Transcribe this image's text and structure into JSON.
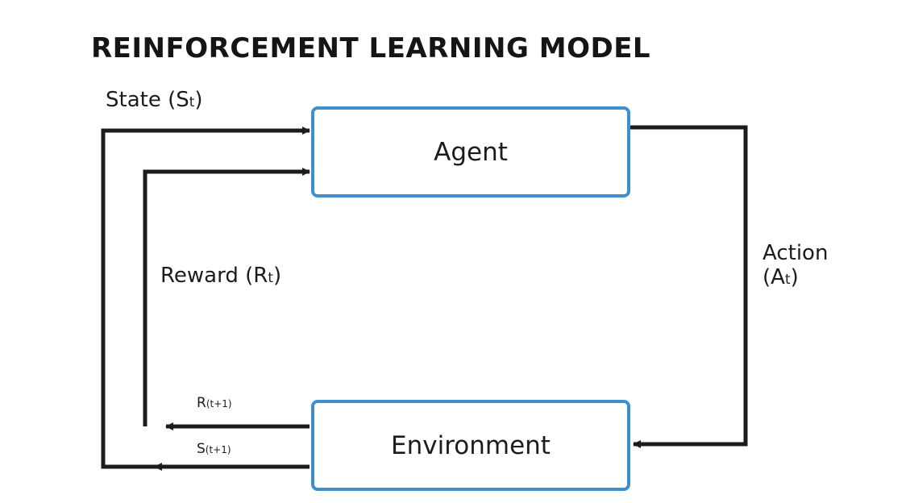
{
  "title": "REINFORCEMENT LEARNING MODEL",
  "nodes": {
    "agent": "Agent",
    "environment": "Environment"
  },
  "labels": {
    "state": {
      "main": "State (S",
      "sub": "t",
      "close": ")"
    },
    "reward": {
      "main": "Reward (R",
      "sub": "t",
      "close": ")"
    },
    "action": {
      "line1": "Action",
      "line2_open": "(A",
      "line2_sub": "t",
      "line2_close": ")"
    },
    "r_next": {
      "main": "R",
      "sub": "(t+1)"
    },
    "s_next": {
      "main": "S",
      "sub": "(t+1)"
    }
  },
  "colors": {
    "box_border": "#3d8fd2",
    "line": "#1c1c1c"
  }
}
